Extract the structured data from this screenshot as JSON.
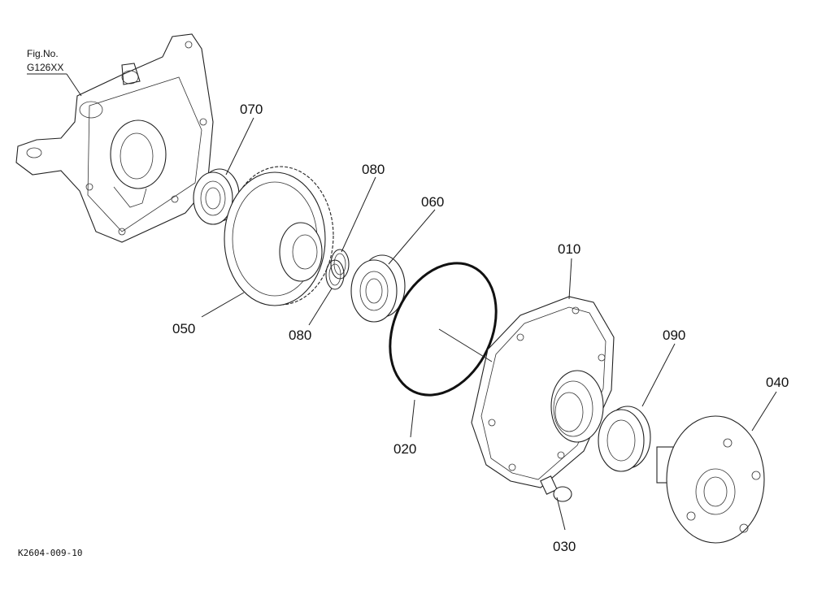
{
  "figure": {
    "fig_no_label": "Fig.No.",
    "fig_code": "G126XX",
    "drawing_code": "K2604-009-10"
  },
  "parts": [
    {
      "id": "p010",
      "label": "010"
    },
    {
      "id": "p020",
      "label": "020"
    },
    {
      "id": "p030",
      "label": "030"
    },
    {
      "id": "p040",
      "label": "040"
    },
    {
      "id": "p050",
      "label": "050"
    },
    {
      "id": "p060",
      "label": "060"
    },
    {
      "id": "p070",
      "label": "070"
    },
    {
      "id": "p080a",
      "label": "080"
    },
    {
      "id": "p080b",
      "label": "080"
    },
    {
      "id": "p090",
      "label": "090"
    }
  ]
}
